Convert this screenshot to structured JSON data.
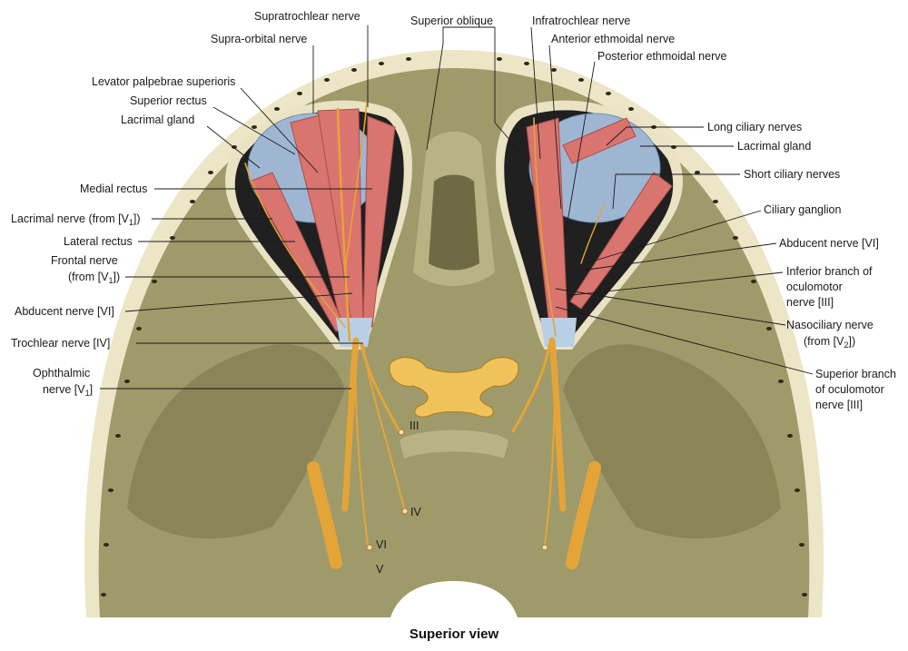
{
  "caption": "Superior view",
  "labels": {
    "supratrochlear_nerve": "Supratrochlear nerve",
    "superior_oblique": "Superior oblique",
    "infratrochlear_nerve": "Infratrochlear nerve",
    "supra_orbital_nerve": "Supra-orbital nerve",
    "anterior_ethmoidal_nerve": "Anterior ethmoidal nerve",
    "posterior_ethmoidal_nerve": "Posterior ethmoidal nerve",
    "levator_palpebrae": "Levator palpebrae superioris",
    "superior_rectus": "Superior rectus",
    "lacrimal_gland_left": "Lacrimal gland",
    "long_ciliary_nerves": "Long ciliary nerves",
    "lacrimal_gland_right": "Lacrimal gland",
    "short_ciliary_nerves": "Short ciliary nerves",
    "medial_rectus": "Medial rectus",
    "ciliary_ganglion": "Ciliary ganglion",
    "lacrimal_nerve": "Lacrimal nerve (from [V",
    "lacrimal_nerve_sub": "1",
    "lacrimal_nerve_end": "])",
    "lateral_rectus": "Lateral rectus",
    "abducent_nerve_right": "Abducent nerve [VI]",
    "frontal_nerve_1": "Frontal nerve",
    "frontal_nerve_2": "(from [V",
    "frontal_nerve_sub": "1",
    "frontal_nerve_end": "])",
    "inferior_branch_1": "Inferior branch of",
    "inferior_branch_2": "oculomotor",
    "inferior_branch_3": "nerve [III]",
    "abducent_nerve_left": "Abducent nerve [VI]",
    "nasociliary_1": "Nasociliary nerve",
    "nasociliary_2": "(from [V",
    "nasociliary_sub": "2",
    "nasociliary_end": "])",
    "trochlear_nerve": "Trochlear nerve [IV]",
    "ophthalmic_1": "Ophthalmic",
    "ophthalmic_2": "nerve [V",
    "ophthalmic_sub": "1",
    "ophthalmic_end": "]",
    "superior_branch_1": "Superior branch",
    "superior_branch_2": "of oculomotor",
    "superior_branch_3": "nerve [III]",
    "cn_III": "III",
    "cn_IV": "IV",
    "cn_VI": "VI",
    "cn_V": "V"
  },
  "colors": {
    "bone": "#9f9a6a",
    "nerve": "#f0c35a",
    "muscle": "#d9746f",
    "eyeball": "#9fb6d3"
  }
}
